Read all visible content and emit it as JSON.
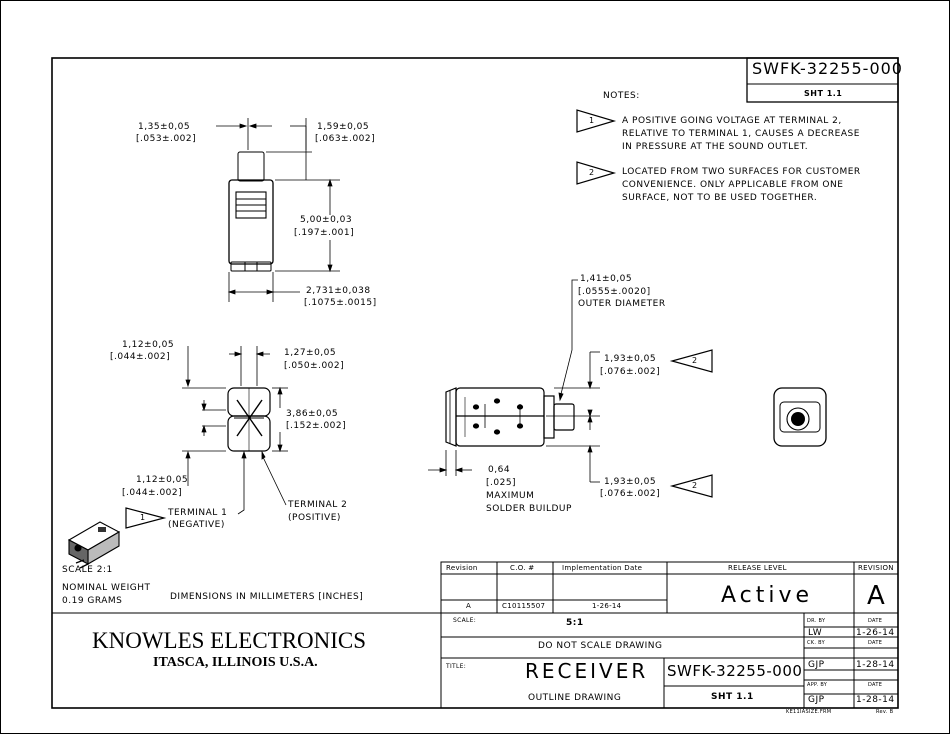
{
  "header": {
    "part_number": "SWFK-32255-000",
    "sheet": "SHT 1.1"
  },
  "notes": {
    "title": "NOTES:",
    "note1": {
      "flag": "1",
      "lines": [
        "A POSITIVE GOING VOLTAGE AT TERMINAL 2,",
        "RELATIVE TO TERMINAL 1, CAUSES A DECREASE",
        "IN PRESSURE AT THE SOUND OUTLET."
      ]
    },
    "note2": {
      "flag": "2",
      "lines": [
        "LOCATED FROM TWO SURFACES FOR CUSTOMER",
        "CONVENIENCE. ONLY APPLICABLE FROM ONE",
        "SURFACE, NOT TO BE USED TOGETHER."
      ]
    }
  },
  "dims": {
    "d135": [
      "1,35±0,05",
      "[.053±.002]"
    ],
    "d159": [
      "1,59±0,05",
      "[.063±.002]"
    ],
    "d500": [
      "5,00±0,03",
      "[.197±.001]"
    ],
    "d2731": [
      "2,731±0,038",
      "[.1075±.0015]"
    ],
    "d112a": [
      "1,12±0,05",
      "[.044±.002]"
    ],
    "d127": [
      "1,27±0,05",
      "[.050±.002]"
    ],
    "d386": [
      "3,86±0,05",
      "[.152±.002]"
    ],
    "d112b": [
      "1,12±0,05",
      "[.044±.002]"
    ],
    "d141": [
      "1,41±0,05",
      "[.0555±.0020]",
      "OUTER DIAMETER"
    ],
    "d193a": [
      "1,93±0,05",
      "[.076±.002]"
    ],
    "d193b": [
      "1,93±0,05",
      "[.076±.002]"
    ],
    "d064": [
      "0,64",
      "[.025]",
      "MAXIMUM",
      "SOLDER BUILDUP"
    ]
  },
  "terminals": {
    "t1": [
      "TERMINAL 1",
      "(NEGATIVE)"
    ],
    "t2": [
      "TERMINAL 2",
      "(POSITIVE)"
    ],
    "t1_flag": "1",
    "note2_flag": "2"
  },
  "info": {
    "scale": "SCALE  2:1",
    "weight": [
      "NOMINAL WEIGHT",
      "0.19 GRAMS"
    ],
    "dimensions": "DIMENSIONS IN MILLIMETERS [INCHES]"
  },
  "revtable": {
    "headers": [
      "Revision",
      "C.O. #",
      "Implementation Date"
    ],
    "row": [
      "A",
      "C10115507",
      "1-26-14"
    ],
    "release_label": "RELEASE LEVEL",
    "release_value": "Active",
    "revision_label": "REVISION",
    "revision_value": "A"
  },
  "company": {
    "name": "KNOWLES ELECTRONICS",
    "location": "ITASCA, ILLINOIS U.S.A."
  },
  "title_block": {
    "scale_label": "SCALE:",
    "scale_value": "5:1",
    "do_not_scale": "DO NOT SCALE DRAWING",
    "title_label": "TITLE:",
    "title": "RECEIVER",
    "subtitle": "OUTLINE DRAWING",
    "part_number": "SWFK-32255-000",
    "sheet": "SHT 1.1",
    "drawn_by_label": "DR. BY",
    "drawn_by": "LW",
    "drawn_date": "1-26-14",
    "checked_by_label": "CK. BY",
    "checked_by": "GJP",
    "checked_date": "1-28-14",
    "approved_by_label": "APP. BY",
    "approved_by": "GJP",
    "approved_date": "1-28-14",
    "date_label": "DATE",
    "footer_file": "KE11IASIZE.FRM",
    "footer_rev": "Rev. B"
  }
}
